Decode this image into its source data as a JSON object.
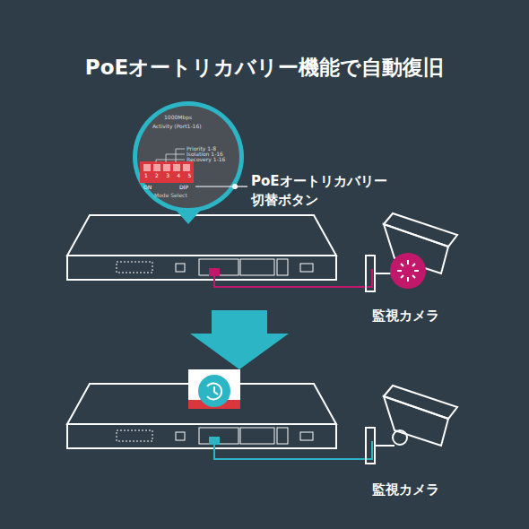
{
  "diagram": {
    "title": "PoEオートリカバリー機能で自動復旧",
    "labels": [
      "1000Mbps",
      "Activity (Port1-16)",
      "Priority 1-8",
      "Isolation 1-16",
      "Recovery 1-16",
      "1 2 3 4 5",
      "ON",
      "DIP",
      "Mode Select",
      "PoEオートリカバリー 切替ボタン",
      "監視カメラ",
      "監視カメラ"
    ]
  }
}
